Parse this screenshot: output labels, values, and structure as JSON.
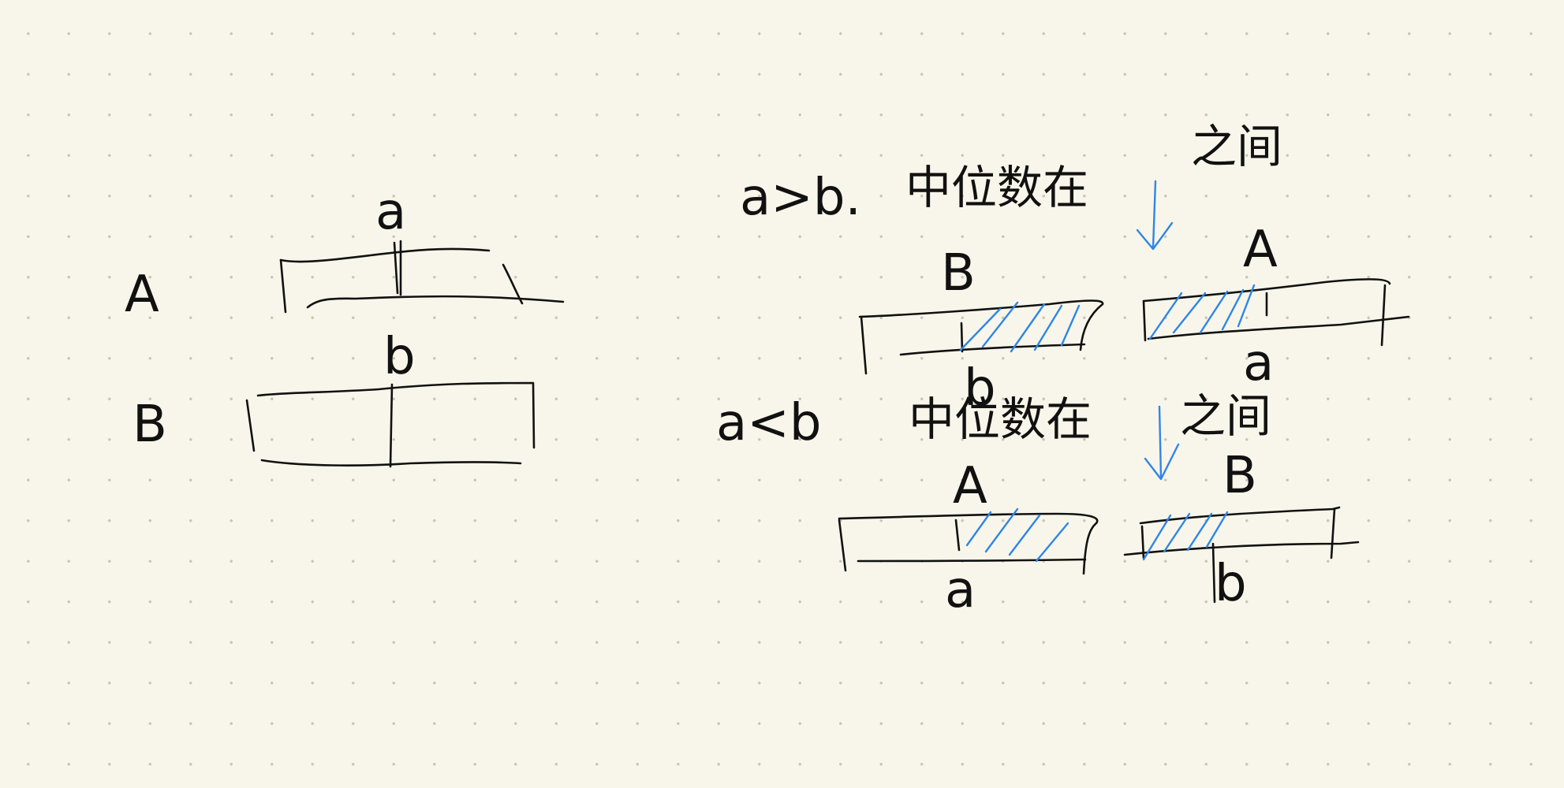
{
  "left_diagram": {
    "array_a_label": "A",
    "array_b_label": "B",
    "cut_a_label": "a",
    "cut_b_label": "b"
  },
  "case1": {
    "condition": "a>b.",
    "text_part1": "中位数在",
    "text_part2": "之间",
    "array_b_label": "B",
    "array_a_label": "A",
    "cut_b_label": "b",
    "cut_a_label": "a"
  },
  "case2": {
    "condition": "a<b",
    "text_part1": "中位数在",
    "text_part2": "之间",
    "array_a_label": "A",
    "array_b_label": "B",
    "cut_a_label": "a",
    "cut_b_label": "b"
  },
  "colors": {
    "ink": "#111111",
    "highlight": "#2e86e6",
    "paper": "#f8f6ea",
    "dot_grid": "#c9c6b8"
  }
}
